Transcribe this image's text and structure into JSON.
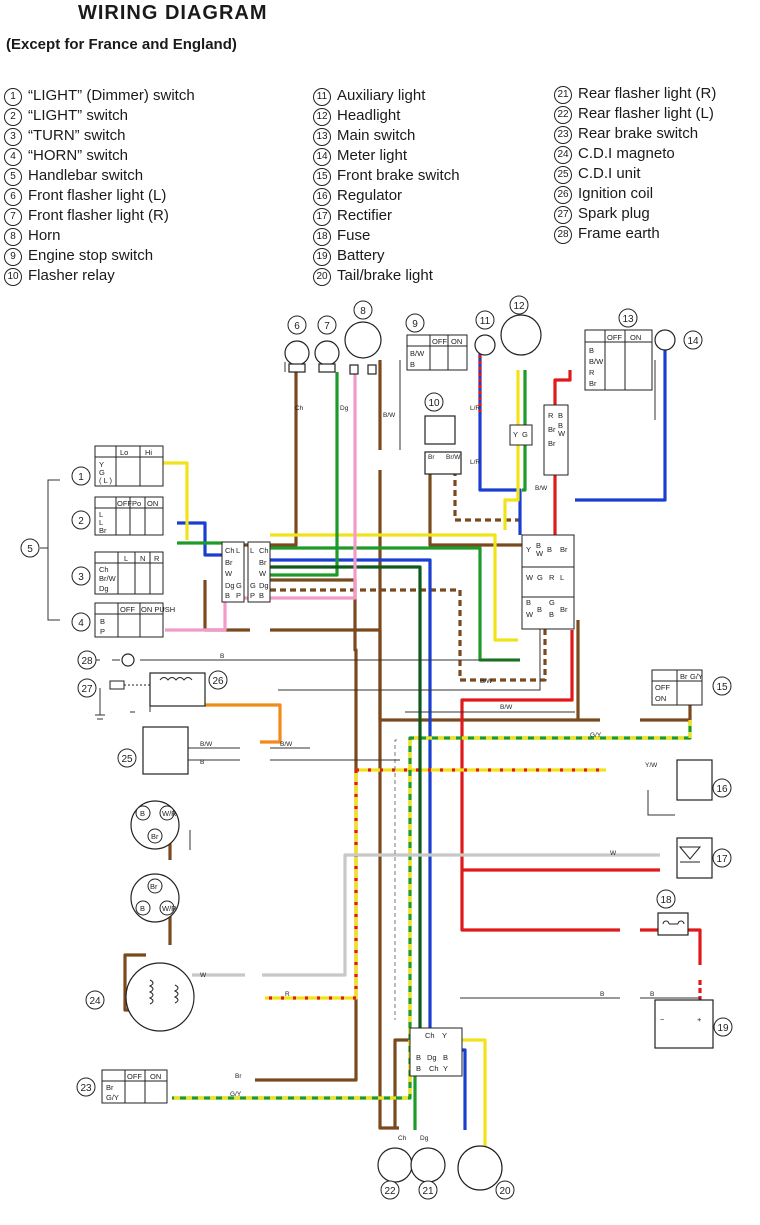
{
  "diagram": {
    "title": "WIRING DIAGRAM",
    "subtitle": "(Except for France and England)",
    "legend": [
      {
        "num": "1",
        "label": "“LIGHT” (Dimmer) switch"
      },
      {
        "num": "2",
        "label": "“LIGHT” switch"
      },
      {
        "num": "3",
        "label": "“TURN” switch"
      },
      {
        "num": "4",
        "label": "“HORN” switch"
      },
      {
        "num": "5",
        "label": "Handlebar switch"
      },
      {
        "num": "6",
        "label": "Front flasher light (L)"
      },
      {
        "num": "7",
        "label": "Front flasher light (R)"
      },
      {
        "num": "8",
        "label": "Horn"
      },
      {
        "num": "9",
        "label": "Engine stop switch"
      },
      {
        "num": "10",
        "label": "Flasher relay"
      },
      {
        "num": "11",
        "label": "Auxiliary light"
      },
      {
        "num": "12",
        "label": "Headlight"
      },
      {
        "num": "13",
        "label": "Main switch"
      },
      {
        "num": "14",
        "label": "Meter light"
      },
      {
        "num": "15",
        "label": "Front brake switch"
      },
      {
        "num": "16",
        "label": "Regulator"
      },
      {
        "num": "17",
        "label": "Rectifier"
      },
      {
        "num": "18",
        "label": "Fuse"
      },
      {
        "num": "19",
        "label": "Battery"
      },
      {
        "num": "20",
        "label": "Tail/brake light"
      },
      {
        "num": "21",
        "label": "Rear flasher light (R)"
      },
      {
        "num": "22",
        "label": "Rear flasher light (L)"
      },
      {
        "num": "23",
        "label": "Rear brake switch"
      },
      {
        "num": "24",
        "label": "C.D.I magneto"
      },
      {
        "num": "25",
        "label": "C.D.I unit"
      },
      {
        "num": "26",
        "label": "Ignition coil"
      },
      {
        "num": "27",
        "label": "Spark plug"
      },
      {
        "num": "28",
        "label": "Frame earth"
      }
    ],
    "switch_tables": {
      "dimmer": {
        "headers": [
          "Lo",
          "Hi"
        ],
        "rows": [
          "Y",
          "G",
          "( L )"
        ]
      },
      "light": {
        "headers": [
          "OFF",
          "Po",
          "ON"
        ],
        "rows": [
          "L",
          "L",
          "Br"
        ]
      },
      "turn": {
        "headers": [
          "L",
          "N",
          "R"
        ],
        "rows": [
          "Ch",
          "Br/W",
          "Dg"
        ]
      },
      "horn": {
        "headers": [
          "OFF",
          "ON PUSH"
        ],
        "rows": [
          "B",
          "P"
        ]
      },
      "engine_stop": {
        "headers": [
          "OFF",
          "ON"
        ],
        "rows": [
          "B/W",
          "B"
        ]
      },
      "main": {
        "headers": [
          "OFF",
          "ON"
        ],
        "rows": [
          "B",
          "B/W",
          "R",
          "Br"
        ]
      },
      "front_brake": {
        "headers": [
          "Br",
          "G/Y"
        ],
        "rows": [
          "OFF",
          "ON"
        ]
      },
      "rear_brake": {
        "headers": [
          "OFF",
          "ON"
        ],
        "rows": [
          "Br",
          "G/Y"
        ]
      }
    },
    "wire_codes": [
      "Br/W",
      "Br",
      "B/W",
      "B",
      "Y/W",
      "G/Y",
      "L/R",
      "W",
      "R",
      "Y",
      "G",
      "L",
      "Ch",
      "Dg",
      "P"
    ],
    "colors": {
      "brown": "#7a4a1e",
      "blue": "#1a3fd0",
      "green": "#1e9a2a",
      "yellow": "#f2e21a",
      "red": "#e01a1a",
      "pink": "#f29ac8",
      "orange": "#f08a1a",
      "gray": "#7a7a7a",
      "darkgreen": "#0d5a1c",
      "lightgray": "#c8c8c8"
    }
  }
}
